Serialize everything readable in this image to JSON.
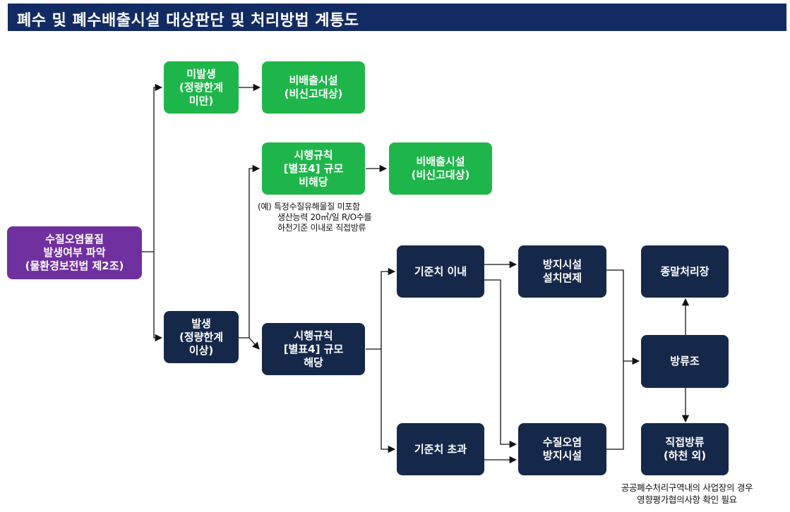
{
  "title": "폐수 및 폐수배출시설 대상판단 및 처리방법 계통도",
  "colors": {
    "header": "#122b63",
    "green": "#1eb64a",
    "navy": "#16284a",
    "purple": "#7030a0"
  },
  "nodes": {
    "start": [
      "수질오염물질",
      "발생여부 파악",
      "(물환경보전법 제2조)"
    ],
    "not_generated": [
      "미발생",
      "(정량한계",
      "미만)"
    ],
    "non_discharge_1": [
      "비배출시설",
      "(비신고대상)"
    ],
    "generated": [
      "발생",
      "(정량한계",
      "이상)"
    ],
    "rule_not_applicable": [
      "시행규칙",
      "[별표4] 규모",
      "비해당"
    ],
    "non_discharge_2": [
      "비배출시설",
      "(비신고대상)"
    ],
    "rule_applicable": [
      "시행규칙",
      "[별표4] 규모",
      "해당"
    ],
    "within_standard": [
      "기준치 이내"
    ],
    "exceed_standard": [
      "기준치 초과"
    ],
    "facility_exempt": [
      "방지시설",
      "설치면제"
    ],
    "water_pollution_facility": [
      "수질오염",
      "방지시설"
    ],
    "final_treatment": [
      "종말처리장"
    ],
    "discharge_tank": [
      "방류조"
    ],
    "direct_discharge": [
      "직접방류",
      "(하천 외)"
    ]
  },
  "notes": {
    "example": [
      "(예) 특정수질유해물질 미포함",
      "생산능력 20㎥/일 R/O수를",
      "하천기준 이내로 직접방류"
    ],
    "public_treatment": [
      "공공폐수처리구역내의 사업장의 경우",
      "영향평가협의사항 확인 필요"
    ]
  }
}
